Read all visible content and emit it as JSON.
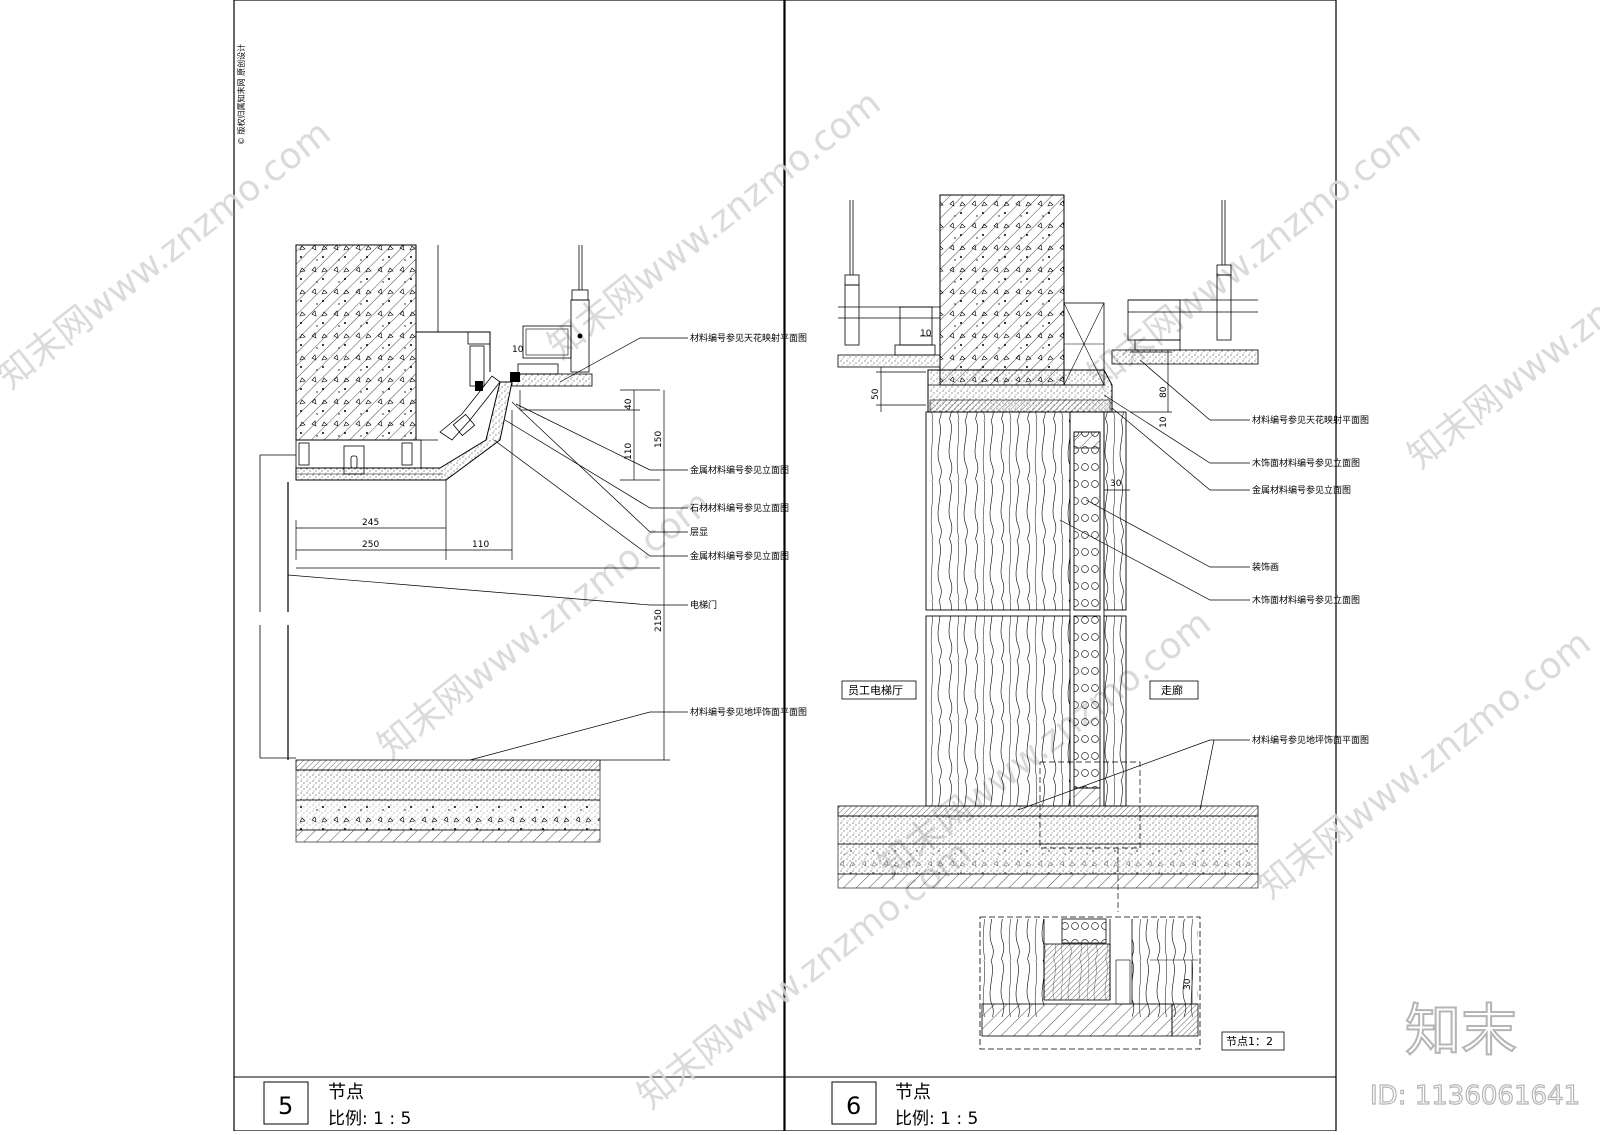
{
  "sheet": {
    "left_panel": {
      "number": "5",
      "title": "节点",
      "scale_label": "比例: 1 : 5",
      "notes": [
        "材料编号参见天花映射平面图",
        "金属材料编号参见立面图",
        "石材材料编号参见立面图",
        "层显",
        "金属材料编号参见立面图",
        "电梯门",
        "材料编号参见地坪饰面平面图"
      ],
      "dims": {
        "d10": "10",
        "d40": "40",
        "d150": "150",
        "d110v": "110",
        "d245": "245",
        "d250": "250",
        "d110h": "110",
        "d2150": "2150"
      }
    },
    "right_panel": {
      "number": "6",
      "title": "节点",
      "scale_label": "比例: 1 : 5",
      "notes": [
        "材料编号参见天花映射平面图",
        "木饰面材料编号参见立面图",
        "金属材料编号参见立面图",
        "装饰画",
        "木饰面材料编号参见立面图",
        "材料编号参见地坪饰面平面图"
      ],
      "room_left": "员工电梯厅",
      "room_right": "走廊",
      "detail_label": "节点1：2",
      "dims": {
        "d10": "10",
        "d50": "50",
        "d80": "80",
        "d10b": "10",
        "d30": "30",
        "d30b": "30"
      }
    },
    "side_text": "© 版权归属知末网 原创设计",
    "watermark_text": "知末网www.znzmo.com",
    "brand_logo": "知末",
    "id_label": "ID: 1136061641"
  }
}
